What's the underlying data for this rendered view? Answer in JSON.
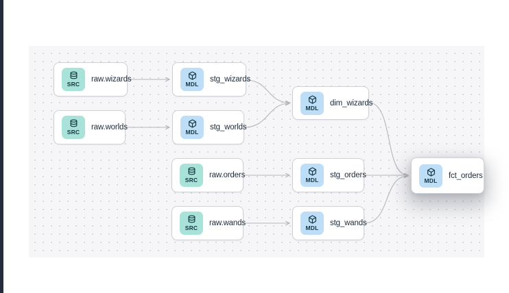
{
  "graph": {
    "nodes": [
      {
        "id": "raw_wizards",
        "label": "raw.wizards",
        "type": "source",
        "highlighted": false
      },
      {
        "id": "raw_worlds",
        "label": "raw.worlds",
        "type": "source",
        "highlighted": false
      },
      {
        "id": "stg_wizards",
        "label": "stg_wizards",
        "type": "model",
        "highlighted": false
      },
      {
        "id": "stg_worlds",
        "label": "stg_worlds",
        "type": "model",
        "highlighted": false
      },
      {
        "id": "dim_wizards",
        "label": "dim_wizards",
        "type": "model",
        "highlighted": false
      },
      {
        "id": "raw_orders",
        "label": "raw.orders",
        "type": "source",
        "highlighted": false
      },
      {
        "id": "stg_orders",
        "label": "stg_orders",
        "type": "model",
        "highlighted": false
      },
      {
        "id": "raw_wands",
        "label": "raw.wands",
        "type": "source",
        "highlighted": false
      },
      {
        "id": "stg_wands",
        "label": "stg_wands",
        "type": "model",
        "highlighted": false
      },
      {
        "id": "fct_orders",
        "label": "fct_orders",
        "type": "model",
        "highlighted": true
      }
    ],
    "edges": [
      {
        "source": "raw_wizards",
        "target": "stg_wizards"
      },
      {
        "source": "raw_worlds",
        "target": "stg_worlds"
      },
      {
        "source": "stg_wizards",
        "target": "dim_wizards"
      },
      {
        "source": "stg_worlds",
        "target": "dim_wizards"
      },
      {
        "source": "raw_orders",
        "target": "stg_orders"
      },
      {
        "source": "raw_wands",
        "target": "stg_wands"
      },
      {
        "source": "dim_wizards",
        "target": "fct_orders"
      },
      {
        "source": "stg_orders",
        "target": "fct_orders"
      },
      {
        "source": "stg_wands",
        "target": "fct_orders"
      }
    ],
    "badge_types": {
      "source": {
        "label": "SRC",
        "icon": "database-icon",
        "bg": "#a9e2d8",
        "fg": "#143642"
      },
      "model": {
        "label": "MDL",
        "icon": "cube-icon",
        "bg": "#bddef6",
        "fg": "#143642"
      }
    },
    "colors": {
      "canvas_bg": "#f6f6f8",
      "dot_grid": "#d8d8dd",
      "node_bg": "#ffffff",
      "node_border": "#cfd0d6",
      "node_text": "#1c2a38",
      "edge": "#b4b4bb",
      "left_strip": "#272c3d"
    }
  }
}
